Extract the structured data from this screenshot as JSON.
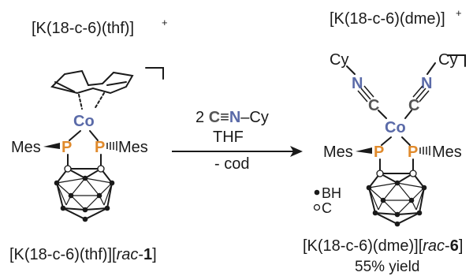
{
  "left": {
    "cation": "[K(18-c-6)(thf)]",
    "cation_charge": "+",
    "metal": "Co",
    "p1": "P",
    "p2": "P",
    "sub_left": "Mes",
    "sub_right": "Mes",
    "compound_prefix": "[K(18-c-6)(thf)][",
    "compound_italic": "rac",
    "compound_dash": "-",
    "compound_bold": "1",
    "compound_suffix": "]"
  },
  "arrow": {
    "reagent_count": "2",
    "reagent_c": "C",
    "reagent_bond": "≡",
    "reagent_n": "N",
    "reagent_r": "–Cy",
    "solvent": "THF",
    "byproduct": "- cod"
  },
  "right": {
    "cation": "[K(18-c-6)(dme)]",
    "cation_charge": "+",
    "metal": "Co",
    "p1": "P",
    "p2": "P",
    "sub_left": "Mes",
    "sub_right": "Mes",
    "cy_left": "Cy",
    "cy_right": "Cy",
    "n_left": "N",
    "n_right": "N",
    "c_left": "C",
    "c_right": "C",
    "compound_prefix": "[K(18-c-6)(dme)][",
    "compound_italic": "rac",
    "compound_dash": "-",
    "compound_bold": "6",
    "compound_suffix": "]",
    "yield": "55% yield"
  },
  "legend": {
    "bh": "BH",
    "c": "C"
  }
}
